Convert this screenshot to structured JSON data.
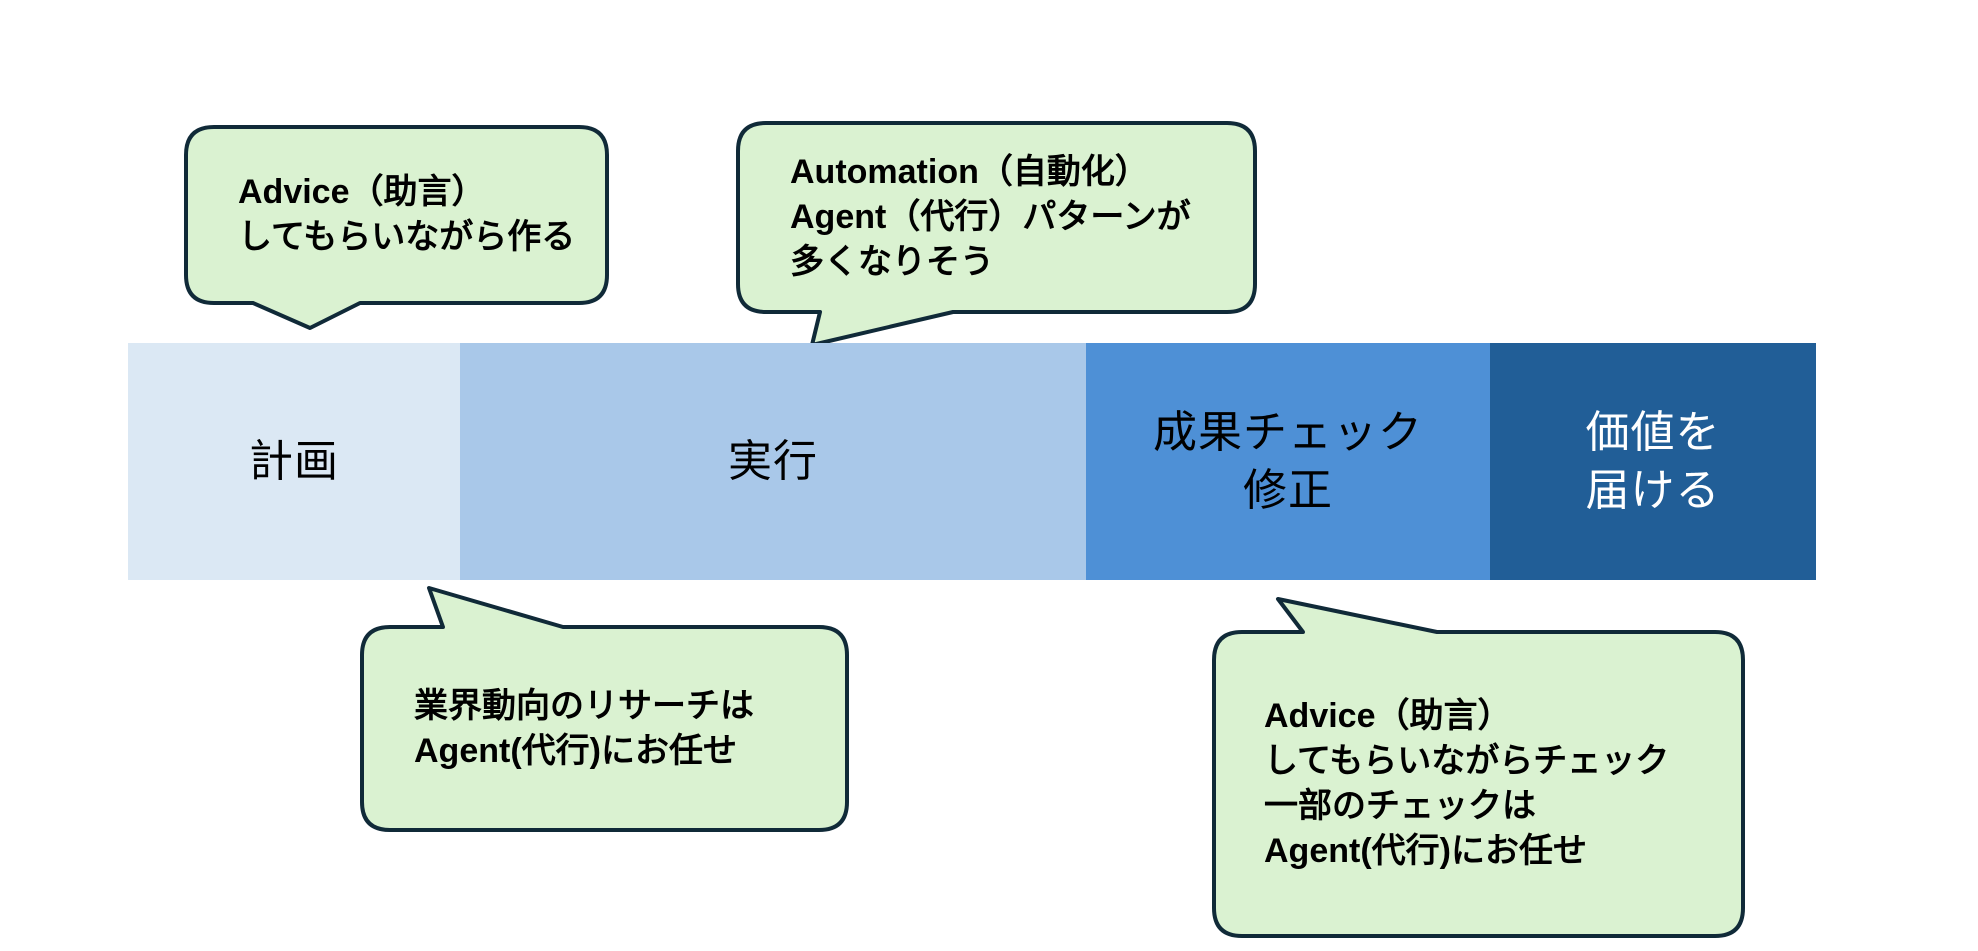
{
  "palette": {
    "background": "#ffffff",
    "callout_fill": "#daf2d1",
    "callout_border": "#102a38",
    "segment_colors": [
      "#dbe8f4",
      "#a9c8e9",
      "#4e90d6",
      "#215e97"
    ],
    "bar_text_dark": "#000000",
    "bar_text_light": "#ffffff"
  },
  "bar": {
    "segments": [
      {
        "id": "plan",
        "lines": [
          "計画"
        ]
      },
      {
        "id": "execute",
        "lines": [
          "実行"
        ]
      },
      {
        "id": "check",
        "lines": [
          "成果チェック",
          "修正"
        ]
      },
      {
        "id": "deliver",
        "lines": [
          "価値を",
          "届ける"
        ]
      }
    ]
  },
  "callouts": {
    "top_left": {
      "points_to": "plan",
      "lines": [
        "Advice（助言）",
        "してもらいながら作る"
      ]
    },
    "top_middle": {
      "points_to": "execute",
      "lines": [
        "Automation（自動化）",
        "Agent（代行）パターンが",
        "多くなりそう"
      ]
    },
    "bottom_left": {
      "points_to": "plan-execute-boundary",
      "lines": [
        "業界動向のリサーチは",
        "Agent(代行)にお任せ"
      ]
    },
    "bottom_right": {
      "points_to": "check",
      "lines": [
        "Advice（助言）",
        "してもらいながらチェック",
        "一部のチェックは",
        "Agent(代行)にお任せ"
      ]
    }
  }
}
